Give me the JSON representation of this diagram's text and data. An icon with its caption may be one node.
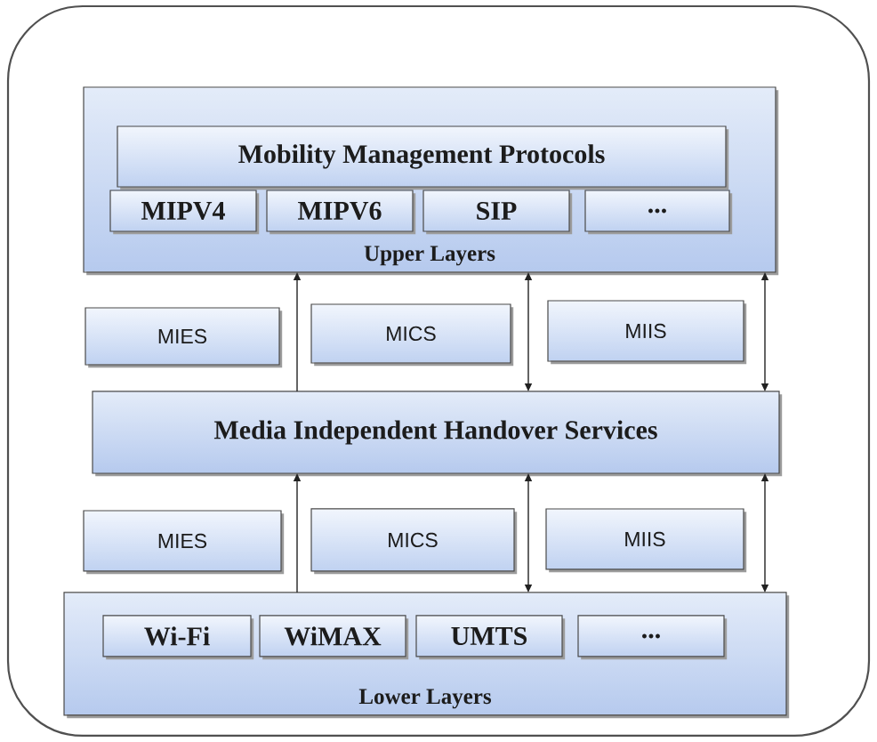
{
  "diagram": {
    "nodes": [
      {
        "text": [
          "Upper Layers"
        ]
      },
      {
        "text": [
          "Mobility Management Protocols"
        ],
        "in": 0
      },
      {
        "text": [
          "MIPV4"
        ],
        "in": 0
      },
      {
        "text": [
          "MIPV6"
        ],
        "in": 0
      },
      {
        "text": [
          "SIP"
        ],
        "in": 0
      },
      {
        "text": [
          "..."
        ],
        "in": 0
      },
      {
        "text": [
          "MIES"
        ]
      },
      {
        "text": [
          "MICS"
        ]
      },
      {
        "text": [
          "MIIS"
        ]
      },
      {
        "text": [
          "Media Independent Handover Services"
        ]
      },
      {
        "text": [
          "MIES"
        ]
      },
      {
        "text": [
          "MICS"
        ]
      },
      {
        "text": [
          "MIIS"
        ]
      },
      {
        "text": [
          "Lower Layers"
        ]
      },
      {
        "text": [
          "Wi-Fi"
        ],
        "in": 13
      },
      {
        "text": [
          "WiMAX"
        ],
        "in": 13
      },
      {
        "text": [
          "UMTS"
        ],
        "in": 13
      },
      {
        "text": [
          "..."
        ],
        "in": 13
      }
    ],
    "edges": [
      {
        "from": 9,
        "to": 0,
        "arrow": "to"
      },
      {
        "from": 9,
        "to": 0,
        "arrow": "both"
      },
      {
        "from": 9,
        "to": 0,
        "arrow": "both"
      },
      {
        "from": 13,
        "to": 9,
        "arrow": "to"
      },
      {
        "from": 13,
        "to": 9,
        "arrow": "both"
      },
      {
        "from": 13,
        "to": 9,
        "arrow": "both"
      }
    ]
  }
}
